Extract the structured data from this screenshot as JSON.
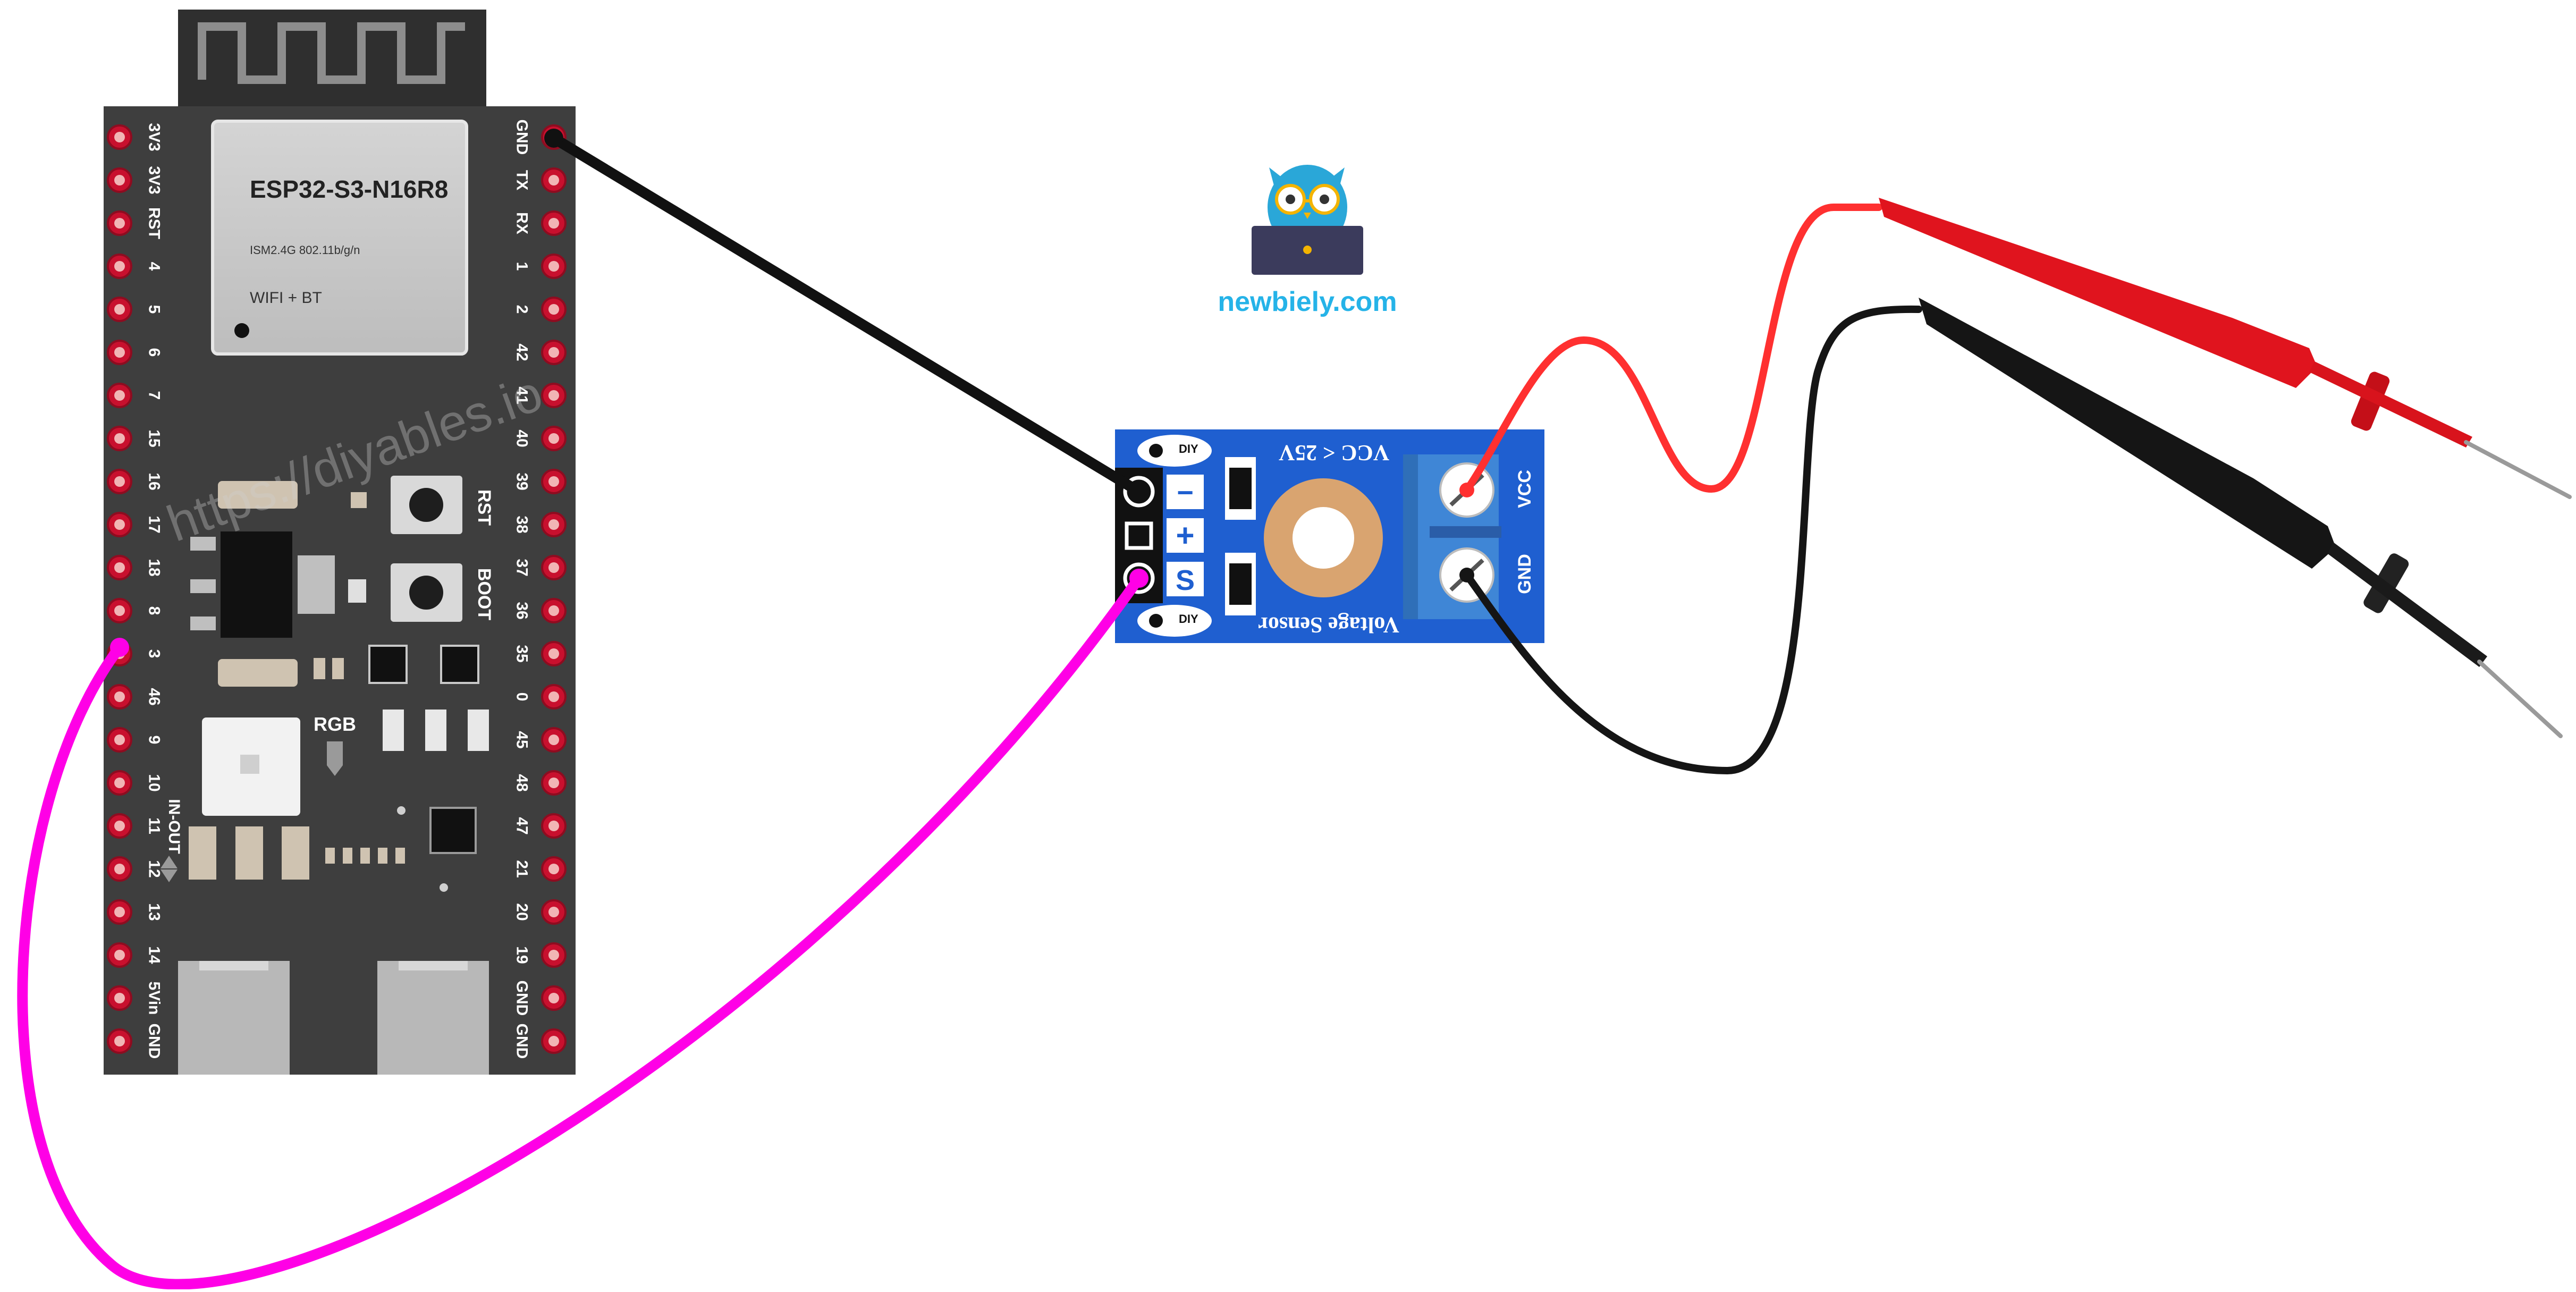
{
  "colors": {
    "board": "#3e3e3e",
    "module_metal": "#c8c8c8",
    "pin_red": "#c8102e",
    "sensor_blue": "#1f5fd0",
    "terminal_blue": "#3f86d6",
    "wire_black": "#111111",
    "wire_pink": "#ff00e6",
    "wire_red": "#ff3030",
    "probe_red": "#e0141e",
    "probe_black": "#151515",
    "logo_text": "#25b3e8"
  },
  "esp32": {
    "module_title": "ESP32-S3-N16R8",
    "module_subtitle": "ISM2.4G 802.11b/g/n",
    "module_wifi": "WIFI + BT",
    "left_pins": [
      "3V3",
      "3V3",
      "RST",
      "4",
      "5",
      "6",
      "7",
      "15",
      "16",
      "17",
      "18",
      "8",
      "3",
      "46",
      "9",
      "10",
      "11",
      "12",
      "13",
      "14",
      "5Vin",
      "GND"
    ],
    "right_pins": [
      "GND",
      "TX",
      "RX",
      "1",
      "2",
      "42",
      "41",
      "40",
      "39",
      "38",
      "37",
      "36",
      "35",
      "0",
      "45",
      "48",
      "47",
      "21",
      "20",
      "19",
      "GND",
      "GND"
    ],
    "btn_rst": "RST",
    "btn_boot": "BOOT",
    "rgb": "RGB",
    "in_out": "IN-OUT"
  },
  "sensor": {
    "vcc_rating": "VCC < 25V",
    "name": "Voltage Sensor",
    "minus": "−",
    "plus": "+",
    "s": "S",
    "terminal_vcc": "VCC",
    "terminal_gnd": "GND",
    "diy_top": "DIY",
    "diy_bottom": "DIY"
  },
  "watermark": "https://diyables.io",
  "logo": {
    "text": "newbiely.com",
    "icon": "owl-laptop-icon"
  }
}
